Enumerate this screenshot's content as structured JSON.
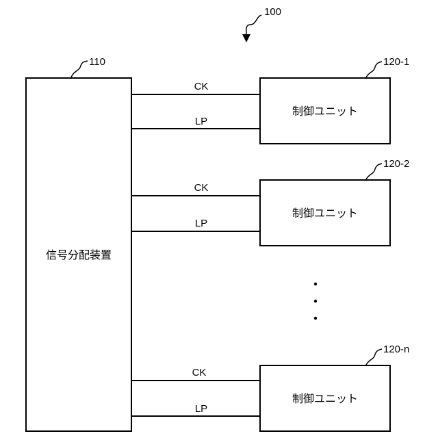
{
  "diagram": {
    "system_ref": "100",
    "distributor": {
      "ref": "110",
      "label": "信号分配装置"
    },
    "units": [
      {
        "ref": "120-1",
        "label": "制御ユニット",
        "signals": [
          "CK",
          "LP"
        ]
      },
      {
        "ref": "120-2",
        "label": "制御ユニット",
        "signals": [
          "CK",
          "LP"
        ]
      },
      {
        "ref": "120-n",
        "label": "制御ユニット",
        "signals": [
          "CK",
          "LP"
        ]
      }
    ],
    "ellipsis": "…"
  }
}
